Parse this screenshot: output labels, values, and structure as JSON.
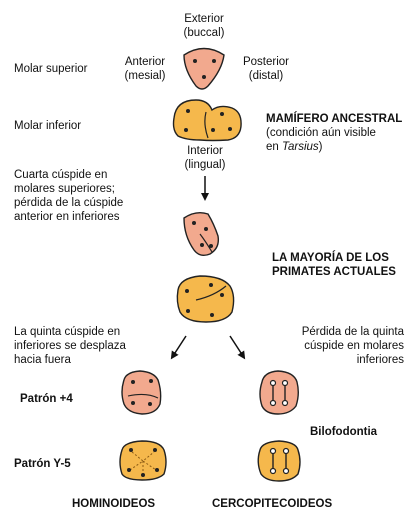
{
  "orientation": {
    "exterior": "Exterior",
    "exterior_sub": "(buccal)",
    "anterior": "Anterior",
    "anterior_sub": "(mesial)",
    "posterior": "Posterior",
    "posterior_sub": "(distal)",
    "interior": "Interior",
    "interior_sub": "(lingual)"
  },
  "rows": {
    "upper_molar": "Molar superior",
    "lower_molar": "Molar inferior"
  },
  "ancestral": {
    "title": "MAMÍFERO ANCESTRAL",
    "note_1": "(condición aún visible",
    "note_2_prefix": "en ",
    "note_2_italic": "Tarsius",
    "note_2_suffix": ")"
  },
  "change_1": {
    "line_1": "Cuarta cúspide en",
    "line_2": "molares superiores;",
    "line_3": "pérdida de la cúspide",
    "line_4": "anterior en inferiores"
  },
  "primates": {
    "line_1": "LA MAYORÍA DE LOS",
    "line_2": "PRIMATES ACTUALES"
  },
  "left_branch": {
    "line_1": "La quinta cúspide en",
    "line_2": "inferiores se desplaza",
    "line_3": "hacia fuera"
  },
  "right_branch": {
    "line_1": "Pérdida de la quinta",
    "line_2": "cúspide en molares",
    "line_3": "inferiores"
  },
  "patterns": {
    "plus4": "Patrón +4",
    "y5": "Patrón Y-5",
    "bilophodont": "Bilofodontia"
  },
  "groups": {
    "hominoid": "HOMINOIDEOS",
    "cercopithecoid": "CERCOPITECOIDEOS"
  },
  "colors": {
    "upper_fill": "#f2a98e",
    "lower_fill": "#f5b84c",
    "outline": "#222222"
  }
}
